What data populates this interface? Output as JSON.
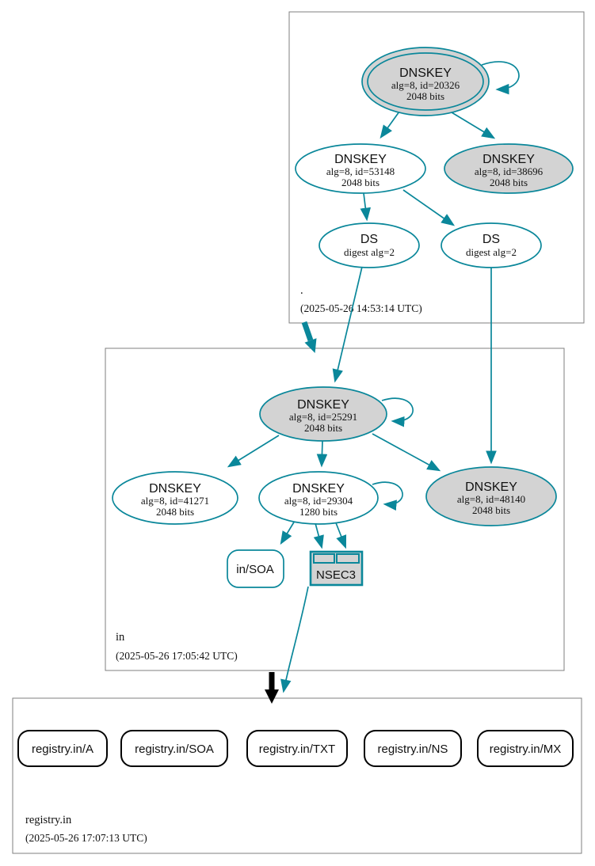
{
  "diagram": {
    "kind": "dnssec-authentication-chain",
    "colors": {
      "secure_teal": "#0a879a",
      "node_gray_fill": "#d3d3d3",
      "box_border_gray": "#7f7f7f",
      "insecure_black": "#000000"
    }
  },
  "zones": {
    "root": {
      "label": ".",
      "timestamp": "(2025-05-26 14:53:14 UTC)"
    },
    "in": {
      "label": "in",
      "timestamp": "(2025-05-26 17:05:42 UTC)"
    },
    "registry_in": {
      "label": "registry.in",
      "timestamp": "(2025-05-26 17:07:13 UTC)"
    }
  },
  "nodes": {
    "key20326": {
      "title": "DNSKEY",
      "detail1": "alg=8, id=20326",
      "detail2": "2048 bits"
    },
    "key53148": {
      "title": "DNSKEY",
      "detail1": "alg=8, id=53148",
      "detail2": "2048 bits"
    },
    "key38696": {
      "title": "DNSKEY",
      "detail1": "alg=8, id=38696",
      "detail2": "2048 bits"
    },
    "ds_root_left": {
      "title": "DS",
      "detail1": "digest alg=2"
    },
    "ds_root_right": {
      "title": "DS",
      "detail1": "digest alg=2"
    },
    "key25291": {
      "title": "DNSKEY",
      "detail1": "alg=8, id=25291",
      "detail2": "2048 bits"
    },
    "key41271": {
      "title": "DNSKEY",
      "detail1": "alg=8, id=41271",
      "detail2": "2048 bits"
    },
    "key29304": {
      "title": "DNSKEY",
      "detail1": "alg=8, id=29304",
      "detail2": "1280 bits"
    },
    "key48140": {
      "title": "DNSKEY",
      "detail1": "alg=8, id=48140",
      "detail2": "2048 bits"
    },
    "in_soa": {
      "label": "in/SOA"
    },
    "nsec3": {
      "label": "NSEC3"
    },
    "registry_a": {
      "label": "registry.in/A"
    },
    "registry_soa": {
      "label": "registry.in/SOA"
    },
    "registry_txt": {
      "label": "registry.in/TXT"
    },
    "registry_ns": {
      "label": "registry.in/NS"
    },
    "registry_mx": {
      "label": "registry.in/MX"
    }
  }
}
